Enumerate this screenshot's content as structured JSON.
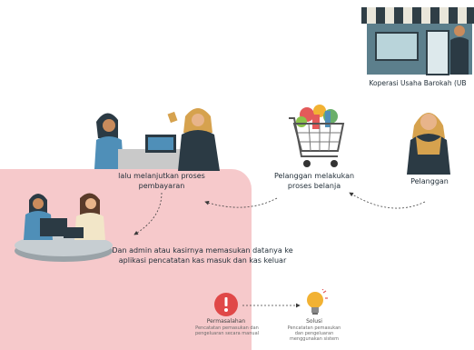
{
  "store_label": "Koperasi Usaha Barokah (UB",
  "steps": {
    "customer": "Pelanggan",
    "shopping": "Pelanggan melakukan proses belanja",
    "payment": "lalu melanjutkan proses pembayaran",
    "admin": "Dan admin atau kasirnya memasukan datanya ke aplikasi pencatatan kas masuk dan kas keluar"
  },
  "problem": {
    "title": "Permasalahan",
    "desc": "Pencatatan pemasukan dan pengeluaran secara manual"
  },
  "solution": {
    "title": "Solusi",
    "desc": "Pencatatan pemasukan dan pengeluaran menggunakan sistem"
  },
  "colors": {
    "highlight": "#f6c9cb",
    "problem_icon": "#e04848",
    "solution_icon": "#f2b233",
    "hijab": "#d6a24e",
    "dark_outfit": "#2b3a44"
  },
  "icons": {
    "store": "storefront-icon",
    "cart": "shopping-cart-icon",
    "problem": "alert-icon",
    "solution": "lightbulb-icon"
  }
}
